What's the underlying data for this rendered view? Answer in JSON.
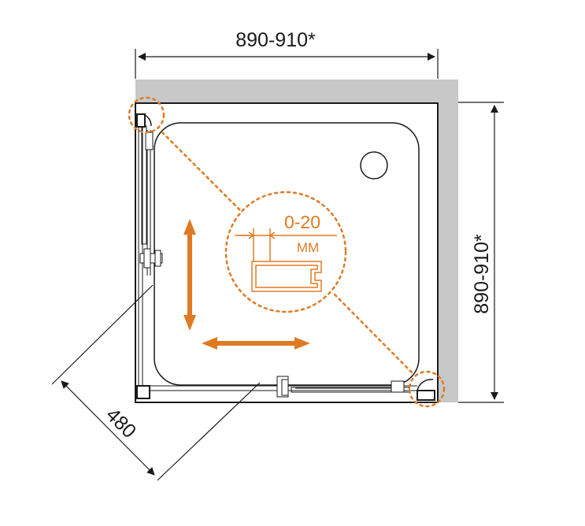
{
  "dimensions": {
    "width_label": "890-910*",
    "depth_label": "890-910*",
    "door_label": "480"
  },
  "callout": {
    "range_label": "0-20",
    "unit_label": "ММ"
  },
  "colors": {
    "accent": "#e07a22",
    "wall": "#c8c8c9",
    "outline": "#1a1a1a"
  }
}
